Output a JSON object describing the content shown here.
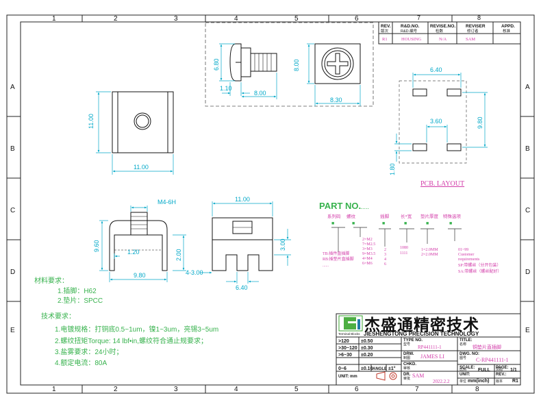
{
  "border": {
    "top_numbers": [
      "1",
      "2",
      "3",
      "4",
      "5",
      "6"
    ],
    "bottom_numbers": [
      "1",
      "2",
      "3",
      "4",
      "5",
      "6",
      "7",
      "8"
    ],
    "row_letters": [
      "A",
      "B",
      "C",
      "D",
      "E"
    ]
  },
  "revision": {
    "headers": [
      "REV.",
      "R&D.NO.",
      "REVISE.NO.",
      "REVISER",
      "APPD."
    ],
    "headers_cn": [
      "版次",
      "R&D.编号",
      "检数",
      "修订者",
      "核准"
    ],
    "values": [
      "R1",
      "HOUSING",
      "N/A",
      "SAM",
      ""
    ],
    "col_numbers": [
      "7",
      "8"
    ]
  },
  "dims": {
    "screw_diameter": "6.80",
    "screw_head": "1.10",
    "screw_length": "8.00",
    "sq_height": "8.00",
    "sq_width": "8.30",
    "top_height": "11.00",
    "top_width": "11.00",
    "pcb_width": "6.40",
    "pcb_gap": "3.60",
    "pcb_height": "9.80",
    "pcb_pad": "1.80",
    "thread": "M4-6H",
    "side_height": "9.60",
    "side_foot": "1.20",
    "side_inner": "2.00",
    "side_width": "9.80",
    "front_width": "11.00",
    "front_step": "3.00",
    "front_slot": "4-3.00",
    "front_gap": "6.40"
  },
  "pcb_layout_label": "PCB. LAYOUT",
  "part_no": {
    "title": "PART NO.",
    "columns": [
      "系列码",
      "螺纹",
      "插脚",
      "长*宽",
      "垫片厚度",
      "特殊选项"
    ],
    "col2_values": [
      "2=M2",
      "7=M2.5",
      "3=M3",
      "9=M3.5",
      "4=M4",
      "6=M6"
    ],
    "col3_values": [
      "2",
      "3",
      "4",
      "6"
    ],
    "col4_values": [
      "1080",
      "1111"
    ],
    "col5_values": [
      "1=2.0MM",
      "2=2.0MM"
    ],
    "col6_values": [
      "01~99",
      "Customer",
      "requirements",
      "SP:带螺丝（分开包装）",
      "SA:带螺丝（螺丝配好）"
    ],
    "col1_values": [
      "TB:插件直插脚",
      "RB:插垫片直插脚",
      "......"
    ],
    "dots": "......"
  },
  "material": {
    "title": "材料要求：",
    "items": [
      "1.插脚：H62",
      "2.垫片：SPCC"
    ]
  },
  "tech": {
    "title": "技术要求：",
    "items": [
      "1.电镀规格：打铜底0.5~1um，镍1~3um，亮锡3~5um",
      "2.螺纹扭矩Torque: 14 lbf•in,螺纹符合通止规要求；",
      "3.盐雾要求：24小时；",
      "4.额定电流：80A"
    ]
  },
  "titleblock": {
    "logo_small": "Terminal Blocks",
    "company_cn": "杰盛通精密技术",
    "company_en": "JIESHENGTONG PRECISION TECHNOLOGY",
    "tol_rows": [
      [
        ">120",
        "±0.50"
      ],
      [
        ">30~120",
        "±0.30"
      ],
      [
        ">6~30",
        "±0.20"
      ],
      [
        "0~6",
        "±0.10"
      ]
    ],
    "angle_label": "ANGLE",
    "angle_value": "±1°",
    "unit_label": "UNIT: mm",
    "type_no_label": "TYPE NO.",
    "type_no_cn": "型号",
    "type_no_value": "RP441111-1",
    "drw_label": "DRW.",
    "drw_cn": "制图",
    "drw_value": "JAMES LI",
    "chkd_label": "CHKD.",
    "chkd_cn": "审核",
    "dr_label": "DR.",
    "dr_cn": "审批",
    "dr_value": "SAM",
    "date": "2022.2.2",
    "title_label": "TITLE:",
    "title_cn": "名称",
    "title_value": "铜垫片直插脚",
    "dwg_label": "DWG. NO:",
    "dwg_cn": "图号",
    "dwg_value": "C-RP441111-1",
    "scale_label": "SCALE:",
    "scale_cn": "比例",
    "scale_value": "FULL",
    "page_label": "PAGE:",
    "page_cn": "页码",
    "page_value": "1/1",
    "unit2_label": "UNIT:",
    "unit2_cn": "单位",
    "unit2_value": "mm(inch)",
    "rev_label": "REV.:",
    "rev_cn": "版本",
    "rev_value": "R1"
  },
  "colors": {
    "dimension": "#00a8c8",
    "outline": "#111111",
    "pcb_label": "#d23aa8",
    "notes": "#37b24d",
    "logo": "#3aa52f"
  }
}
